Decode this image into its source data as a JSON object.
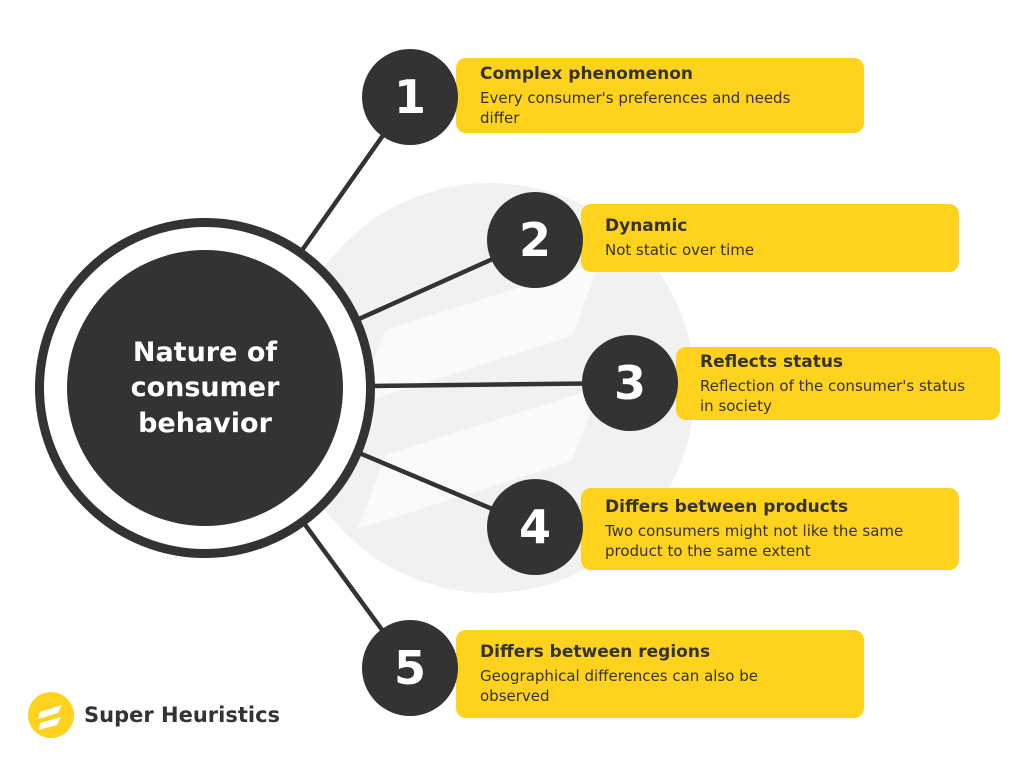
{
  "diagram": {
    "center_title": "Nature of\nconsumer\nbehavior",
    "items": [
      {
        "number": "1",
        "title": "Complex phenomenon",
        "description": "Every consumer's preferences and needs\ndiffer"
      },
      {
        "number": "2",
        "title": "Dynamic",
        "description": "Not static over time"
      },
      {
        "number": "3",
        "title": "Reflects status",
        "description": "Reflection of the consumer's status\nin society"
      },
      {
        "number": "4",
        "title": "Differs between products",
        "description": "Two consumers might not like the same\nproduct to the same extent"
      },
      {
        "number": "5",
        "title": "Differs between regions",
        "description": "Geographical differences can also be\nobserved"
      }
    ]
  },
  "footer": {
    "brand_name": "Super Heuristics"
  },
  "colors": {
    "accent_yellow": "#FFD21E",
    "dark": "#333333",
    "watermark_gray": "#F1F1F1"
  }
}
